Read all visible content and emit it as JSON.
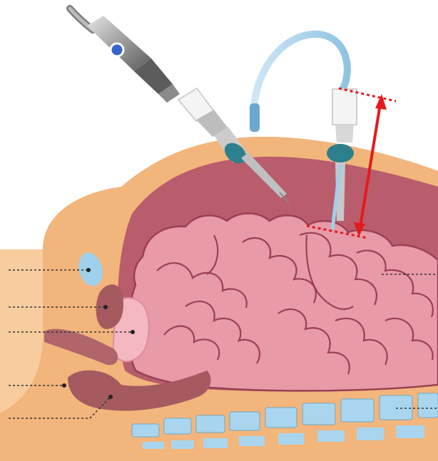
{
  "figure": {
    "labels_text": [],
    "colors": {
      "background": "#ffffff",
      "fat": "#f2b57c",
      "fat_light": "#f7cda0",
      "cavity": "#b95c6c",
      "intestine": "#e89aa7",
      "intestine_outline": "#9c3f55",
      "organ_dark": "#a45a5e",
      "bladder": "#9fd0ec",
      "spine": "#a9d6ee",
      "metal_dark": "#5a5a5a",
      "metal_light": "#c8c8c8",
      "cap_white": "#f4f4f4",
      "valve_teal": "#2c7f8c",
      "tube_blue": "#a7d2ea",
      "arrow_red": "#e21b1b"
    },
    "left_label_markers": 5,
    "right_label_markers": 2,
    "instruments": {
      "insufflation_needle": "left-angled-instrument",
      "trocar_with_tubing": "right-vertical-instrument"
    },
    "measurement": {
      "type": "double-headed-arrow",
      "color_key": "arrow_red",
      "style": "dotted-end-lines"
    }
  }
}
